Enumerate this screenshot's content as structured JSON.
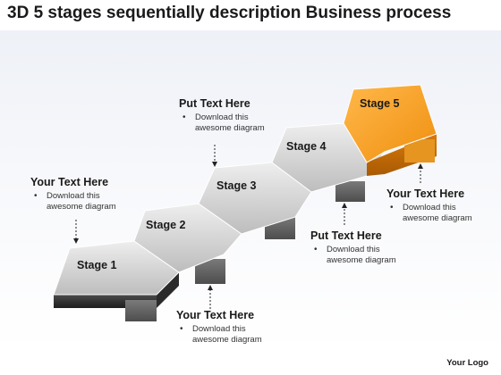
{
  "title": "3D 5 stages sequentially description Business process",
  "stages": [
    {
      "label": "Stage 1"
    },
    {
      "label": "Stage 2"
    },
    {
      "label": "Stage 3"
    },
    {
      "label": "Stage 4"
    },
    {
      "label": "Stage 5"
    }
  ],
  "callouts": [
    {
      "heading": "Your Text Here",
      "text": "Download this awesome diagram"
    },
    {
      "heading": "Your Text Here",
      "text": "Download this awesome diagram"
    },
    {
      "heading": "Put Text Here",
      "text": "Download this awesome diagram"
    },
    {
      "heading": "Put Text Here",
      "text": "Download this awesome diagram"
    },
    {
      "heading": "Your Text Here",
      "text": "Download this awesome diagram"
    }
  ],
  "logo": "Your Logo",
  "colors": {
    "stage_gray_top": "#d9d9d9",
    "stage_gray_side": "#3a3a3a",
    "stage5_orange_top": "#f6a01e",
    "stage5_orange_side": "#c56a06"
  }
}
